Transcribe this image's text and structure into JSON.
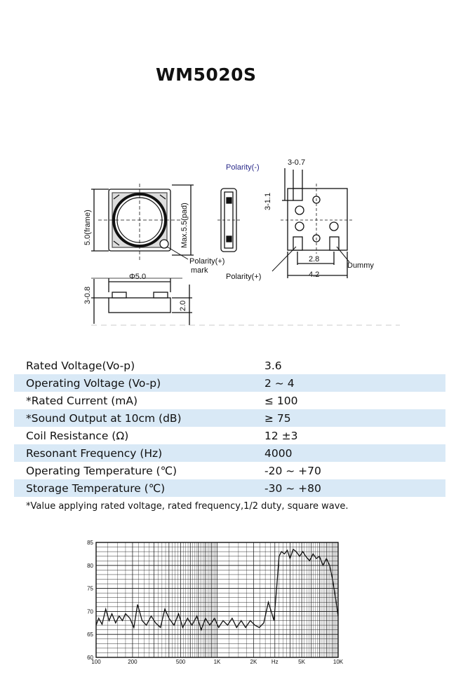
{
  "title": "WM5020S",
  "drawing": {
    "polarity_minus": "Polarity(-)",
    "dim_3_0_7": "3-0.7",
    "dim_3_1_1": "3-1.1",
    "dim_frame": "5.0(frame)",
    "dim_pad": "Max.5.5(pad)",
    "polarity_plus_mark_line1": "Polarity(+)",
    "polarity_plus_mark_line2": "mark",
    "polarity_plus": "Polarity(+)",
    "dummy": "Dummy",
    "dim_2_8": "2.8",
    "dim_4_2": "4.2",
    "dim_phi": "Φ5.0",
    "dim_3_0_8": "3-0.8",
    "dim_2_0": "2.0"
  },
  "specs": [
    {
      "label": "Rated Voltage(Vo-p)",
      "value": "3.6"
    },
    {
      "label": "Operating Voltage (Vo-p)",
      "value": "2 ~ 4"
    },
    {
      "label": "*Rated Current (mA)",
      "value": "≤ 100"
    },
    {
      "label": "*Sound Output at 10cm (dB)",
      "value": "≥ 75"
    },
    {
      "label": "Coil Resistance (Ω)",
      "value": "12 ±3"
    },
    {
      "label": "Resonant Frequency (Hz)",
      "value": "4000"
    },
    {
      "label": "Operating Temperature (℃)",
      "value": "-20 ~ +70"
    },
    {
      "label": "Storage Temperature (℃)",
      "value": "-30 ~ +80"
    }
  ],
  "note": "*Value applying rated voltage, rated frequency,1/2 duty, square wave.",
  "chart_data": {
    "type": "line",
    "xscale": "log",
    "xlim": [
      100,
      10000
    ],
    "ylim": [
      60,
      85
    ],
    "grid": true,
    "y_ticks": [
      "60",
      "65",
      "70",
      "75",
      "80",
      "85"
    ],
    "x_ticks": [
      {
        "value": 100,
        "label": "100"
      },
      {
        "value": 200,
        "label": "200"
      },
      {
        "value": 500,
        "label": "500"
      },
      {
        "value": 1000,
        "label": "1K"
      },
      {
        "value": 2000,
        "label": "2K"
      },
      {
        "value": 3000,
        "label": "Hz"
      },
      {
        "value": 5000,
        "label": "5K"
      },
      {
        "value": 10000,
        "label": "10K"
      }
    ],
    "series": [
      {
        "x": [
          100,
          105,
          112,
          120,
          128,
          135,
          145,
          155,
          165,
          175,
          190,
          205,
          220,
          240,
          260,
          285,
          310,
          340,
          370,
          400,
          440,
          480,
          520,
          570,
          620,
          680,
          740,
          800,
          870,
          950,
          1030,
          1120,
          1220,
          1330,
          1450,
          1580,
          1720,
          1880,
          2050,
          2230,
          2430,
          2650,
          2800,
          2950,
          3100,
          3250,
          3400,
          3600,
          3800,
          4000,
          4250,
          4500,
          4800,
          5100,
          5400,
          5800,
          6200,
          6600,
          7000,
          7500,
          8000,
          8500,
          9000,
          9500,
          10000
        ],
        "y": [
          67,
          68.5,
          67.2,
          70.5,
          68,
          69.5,
          67.5,
          69,
          68,
          69.5,
          68.5,
          66.5,
          71.5,
          68,
          67,
          69,
          67.5,
          66.5,
          70.5,
          68.5,
          67,
          69.5,
          66.5,
          68.5,
          67,
          69,
          66,
          68.5,
          67,
          68.5,
          66.5,
          68,
          67,
          68.5,
          66.5,
          68,
          66.5,
          68,
          67,
          66.5,
          67.5,
          72,
          70,
          68,
          75,
          82,
          83,
          82.5,
          83.3,
          81.5,
          83.5,
          83,
          82,
          83,
          82,
          81,
          82.5,
          81.5,
          82,
          80,
          81.5,
          80,
          77,
          73,
          69
        ]
      }
    ]
  }
}
